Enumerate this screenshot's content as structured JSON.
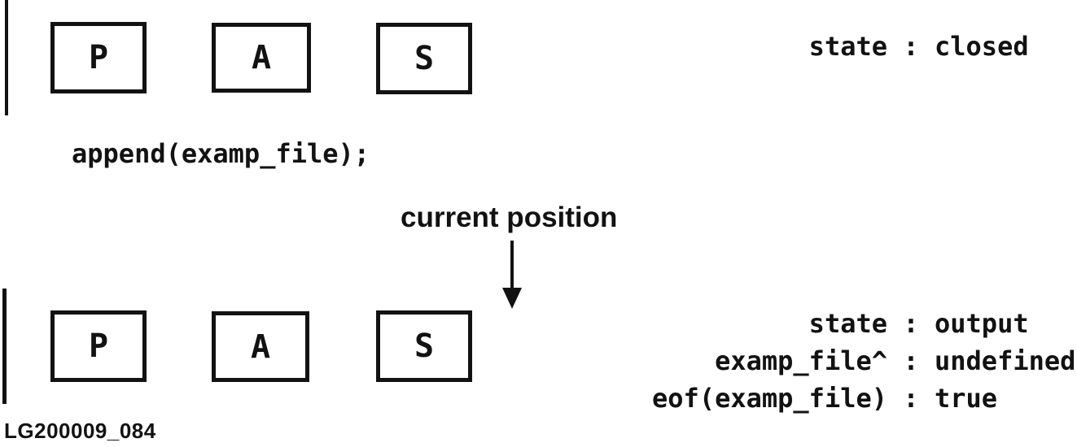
{
  "colors": {
    "ink": "#121212",
    "background": "#ffffff"
  },
  "top_section": {
    "boxes": [
      "P",
      "A",
      "S"
    ],
    "status": [
      {
        "label": "state",
        "sep": ":",
        "value": "closed"
      }
    ]
  },
  "statement": "append(examp_file);",
  "pointer": {
    "label": "current position"
  },
  "bottom_section": {
    "boxes": [
      "P",
      "A",
      "S"
    ],
    "status": [
      {
        "label": "state",
        "sep": ":",
        "value": "output"
      },
      {
        "label": "examp_file^",
        "sep": ":",
        "value": "undefined"
      },
      {
        "label": "eof(examp_file)",
        "sep": ":",
        "value": "true"
      }
    ]
  },
  "caption": "LG200009_084"
}
